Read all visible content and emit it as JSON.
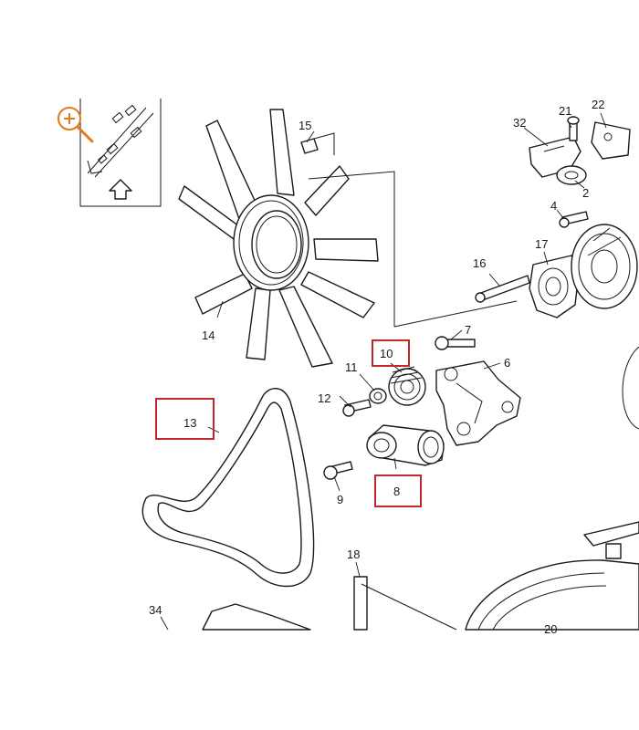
{
  "colors": {
    "highlight": "#c0282e",
    "zoom_icon": "#e07a1f",
    "line": "#1a1a1a"
  },
  "labels": {
    "p2": "2",
    "p4": "4",
    "p6": "6",
    "p7": "7",
    "p8": "8",
    "p9": "9",
    "p10": "10",
    "p11": "11",
    "p12": "12",
    "p13": "13",
    "p14": "14",
    "p15": "15",
    "p16": "16",
    "p17": "17",
    "p18": "18",
    "p20": "20",
    "p21": "21",
    "p22": "22",
    "p32": "32",
    "p34": "34"
  },
  "highlighted_labels": [
    "10",
    "13",
    "8"
  ],
  "icons": {
    "zoom": "zoom-in-icon",
    "up_arrow": "up-arrow-icon"
  }
}
